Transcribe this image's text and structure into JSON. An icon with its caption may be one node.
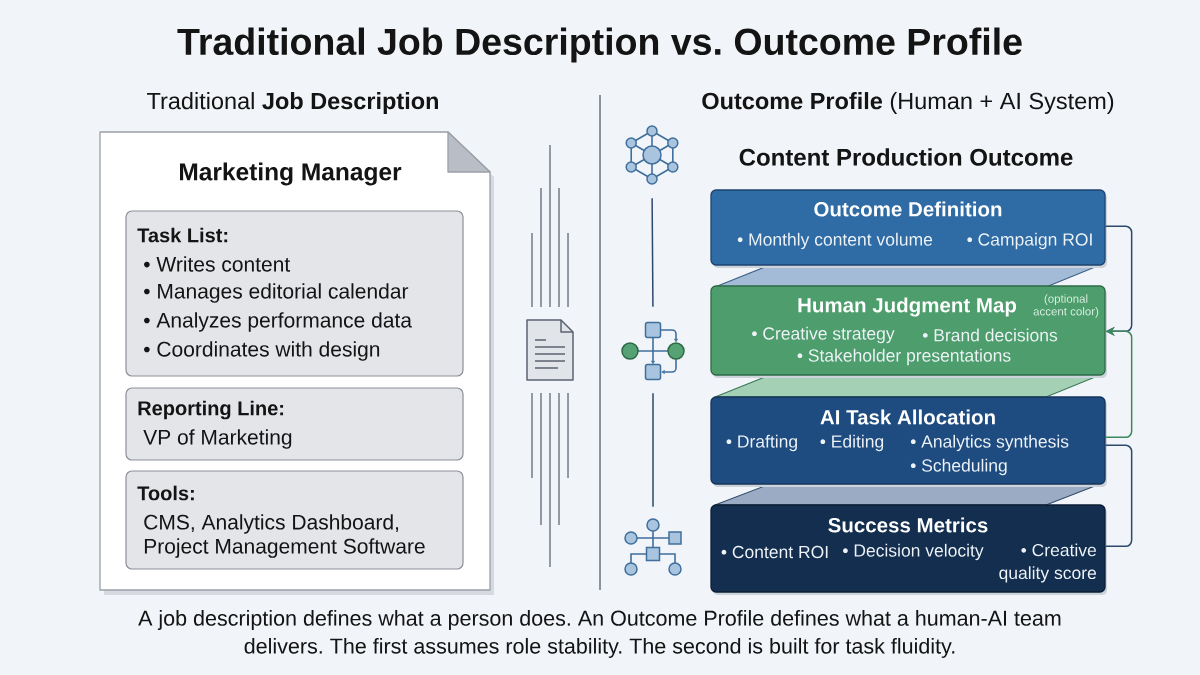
{
  "diagram": {
    "title": "Traditional Job Description vs. Outcome Profile",
    "caption": "A job description defines what a person does. An Outcome Profile defines what a human-AI team delivers. The first assumes role stability. The second is built for task fluidity.",
    "nodes": [
      {
        "text": [
          "Marketing Manager"
        ]
      },
      {
        "text": [
          "Task List:",
          "• Writes content",
          "• Manages editorial calendar",
          "• Analyzes performance data",
          "• Coordinates with design"
        ],
        "in": 0
      },
      {
        "text": [
          "Reporting Line:",
          "VP of Marketing"
        ],
        "in": 0
      },
      {
        "text": [
          "Tools:",
          "CMS, Analytics Dashboard, Project Management Software"
        ],
        "in": 0
      },
      {
        "text": [
          "Outcome Definition",
          "• Monthly content volume",
          "• Campaign ROI"
        ]
      },
      {
        "text": [
          "Human Judgment Map",
          "(optional accent color)",
          "• Creative strategy",
          "• Brand decisions",
          "• Stakeholder presentations"
        ]
      },
      {
        "text": [
          "AI Task Allocation",
          "• Drafting",
          "• Editing",
          "• Analytics synthesis",
          "• Scheduling"
        ]
      },
      {
        "text": [
          "Success Metrics",
          "• Content ROI",
          "• Decision velocity",
          "• Creative quality score"
        ]
      },
      {
        "text": [],
        "shape": "picture"
      },
      {
        "text": [],
        "shape": "picture"
      },
      {
        "text": [],
        "shape": "picture"
      }
    ],
    "edges": [
      {
        "from": 4,
        "to": 5,
        "arrow": "to"
      },
      {
        "from": 6,
        "to": 5,
        "arrow": "to",
        "color": "#3b8a5e"
      },
      {
        "from": 6,
        "to": 7,
        "arrow": "none"
      },
      {
        "from": 8,
        "to": 9,
        "arrow": "none"
      },
      {
        "from": 9,
        "to": 10,
        "arrow": "none"
      }
    ],
    "labels": [
      "Traditional **Job Description**",
      "**Outcome Profile** (Human + AI System)",
      "Content Production Outcome"
    ]
  }
}
